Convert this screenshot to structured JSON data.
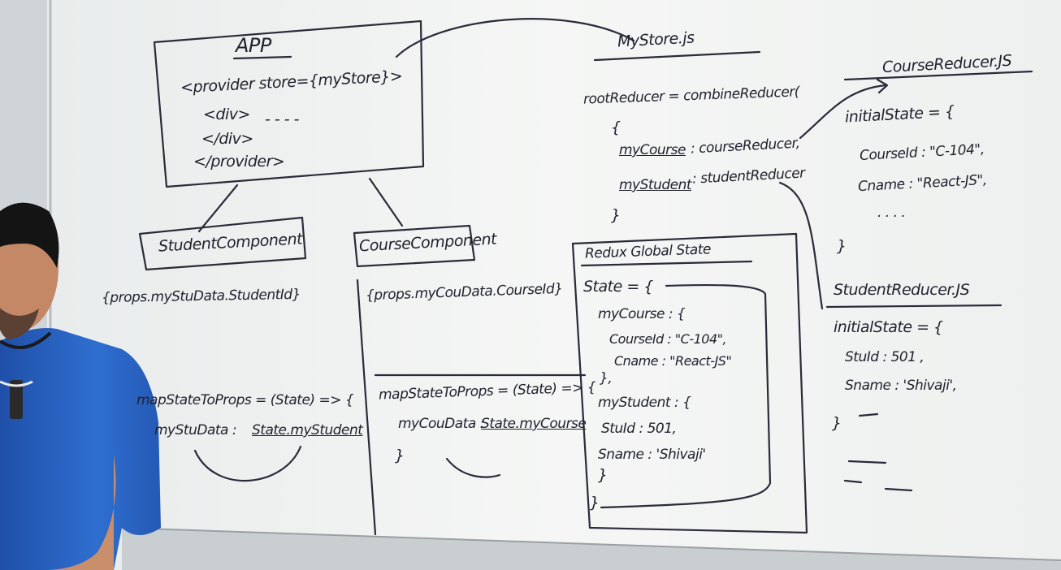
{
  "board": {
    "app_box": {
      "title": "APP",
      "line1": "<provider store={myStore}>",
      "line2": "<div>",
      "line2_dots": "- - - -",
      "line3": "</div>",
      "line4": "</provider>"
    },
    "student_component": {
      "title": "StudentComponent",
      "props": "{props.myStuData.StudentId}",
      "map_fn": "mapStateToProps = (State) => {",
      "map_key": "myStuData :",
      "map_val": "State.myStudent"
    },
    "course_component": {
      "title": "CourseComponent",
      "props": "{props.myCouData.CourseId}",
      "map_fn": "mapStateToProps = (State) => {",
      "map_key": "myCouData :",
      "map_val": "State.myCourse",
      "map_close": "}"
    },
    "mystore_file": {
      "title": "MyStore.js",
      "root": "rootReducer = combineReducer(",
      "open": "{",
      "line_course_key": "myCourse",
      "line_course_val": ": courseReducer,",
      "line_student_key": "myStudent",
      "line_student_val": ": studentReducer",
      "close": "}"
    },
    "course_reducer": {
      "title": "CourseReducer.JS",
      "init": "initialState = {",
      "line1": "CourseId : \"C-104\",",
      "line2": "Cname : \"React-JS\",",
      "dots": ". . . .",
      "close": "}"
    },
    "student_reducer": {
      "title": "StudentReducer.JS",
      "init": "initialState = {",
      "line1": "StuId : 501 ,",
      "line2": "Sname : 'Shivaji',",
      "close": "}"
    },
    "redux_state": {
      "title": "Redux Global State",
      "state": "State = {",
      "course_key": "myCourse : {",
      "course_id": "CourseId : \"C-104\",",
      "course_name": "Cname : \"React-JS\"",
      "course_close": "},",
      "student_key": "myStudent : {",
      "stu_id": "StuId : 501,",
      "stu_name": "Sname : 'Shivaji'",
      "student_close": "}",
      "state_close": "}"
    }
  },
  "colors": {
    "board": "#f2f3f2",
    "ink": "#2b2b3a",
    "shirt": "#2f6fd0",
    "wall": "#d9dde0"
  }
}
